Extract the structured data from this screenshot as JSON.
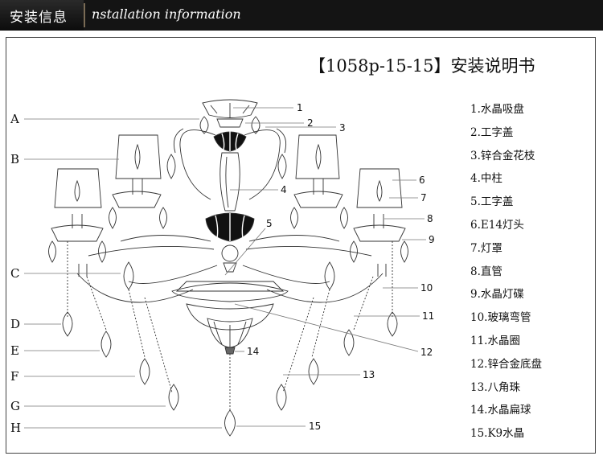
{
  "header": {
    "title_cn": "安装信息",
    "title_en": "nstallation information"
  },
  "title": "【1058p-15-15】安装说明书",
  "side_labels": [
    "A",
    "B",
    "C",
    "D",
    "E",
    "F",
    "G",
    "H"
  ],
  "callouts": [
    "1",
    "2",
    "3",
    "4",
    "5",
    "6",
    "7",
    "8",
    "9",
    "10",
    "11",
    "12",
    "13",
    "14",
    "15"
  ],
  "legend": [
    "1.水晶吸盘",
    "2.工字盖",
    "3.锌合金花枝",
    "4.中柱",
    "5.工字盖",
    "6.E14灯头",
    "7.灯罩",
    "8.直管",
    "9.水晶灯碟",
    "10.玻璃弯管",
    "11.水晶圈",
    "12.锌合金底盘",
    "13.八角珠",
    "14.水晶扁球",
    "15.K9水晶"
  ]
}
